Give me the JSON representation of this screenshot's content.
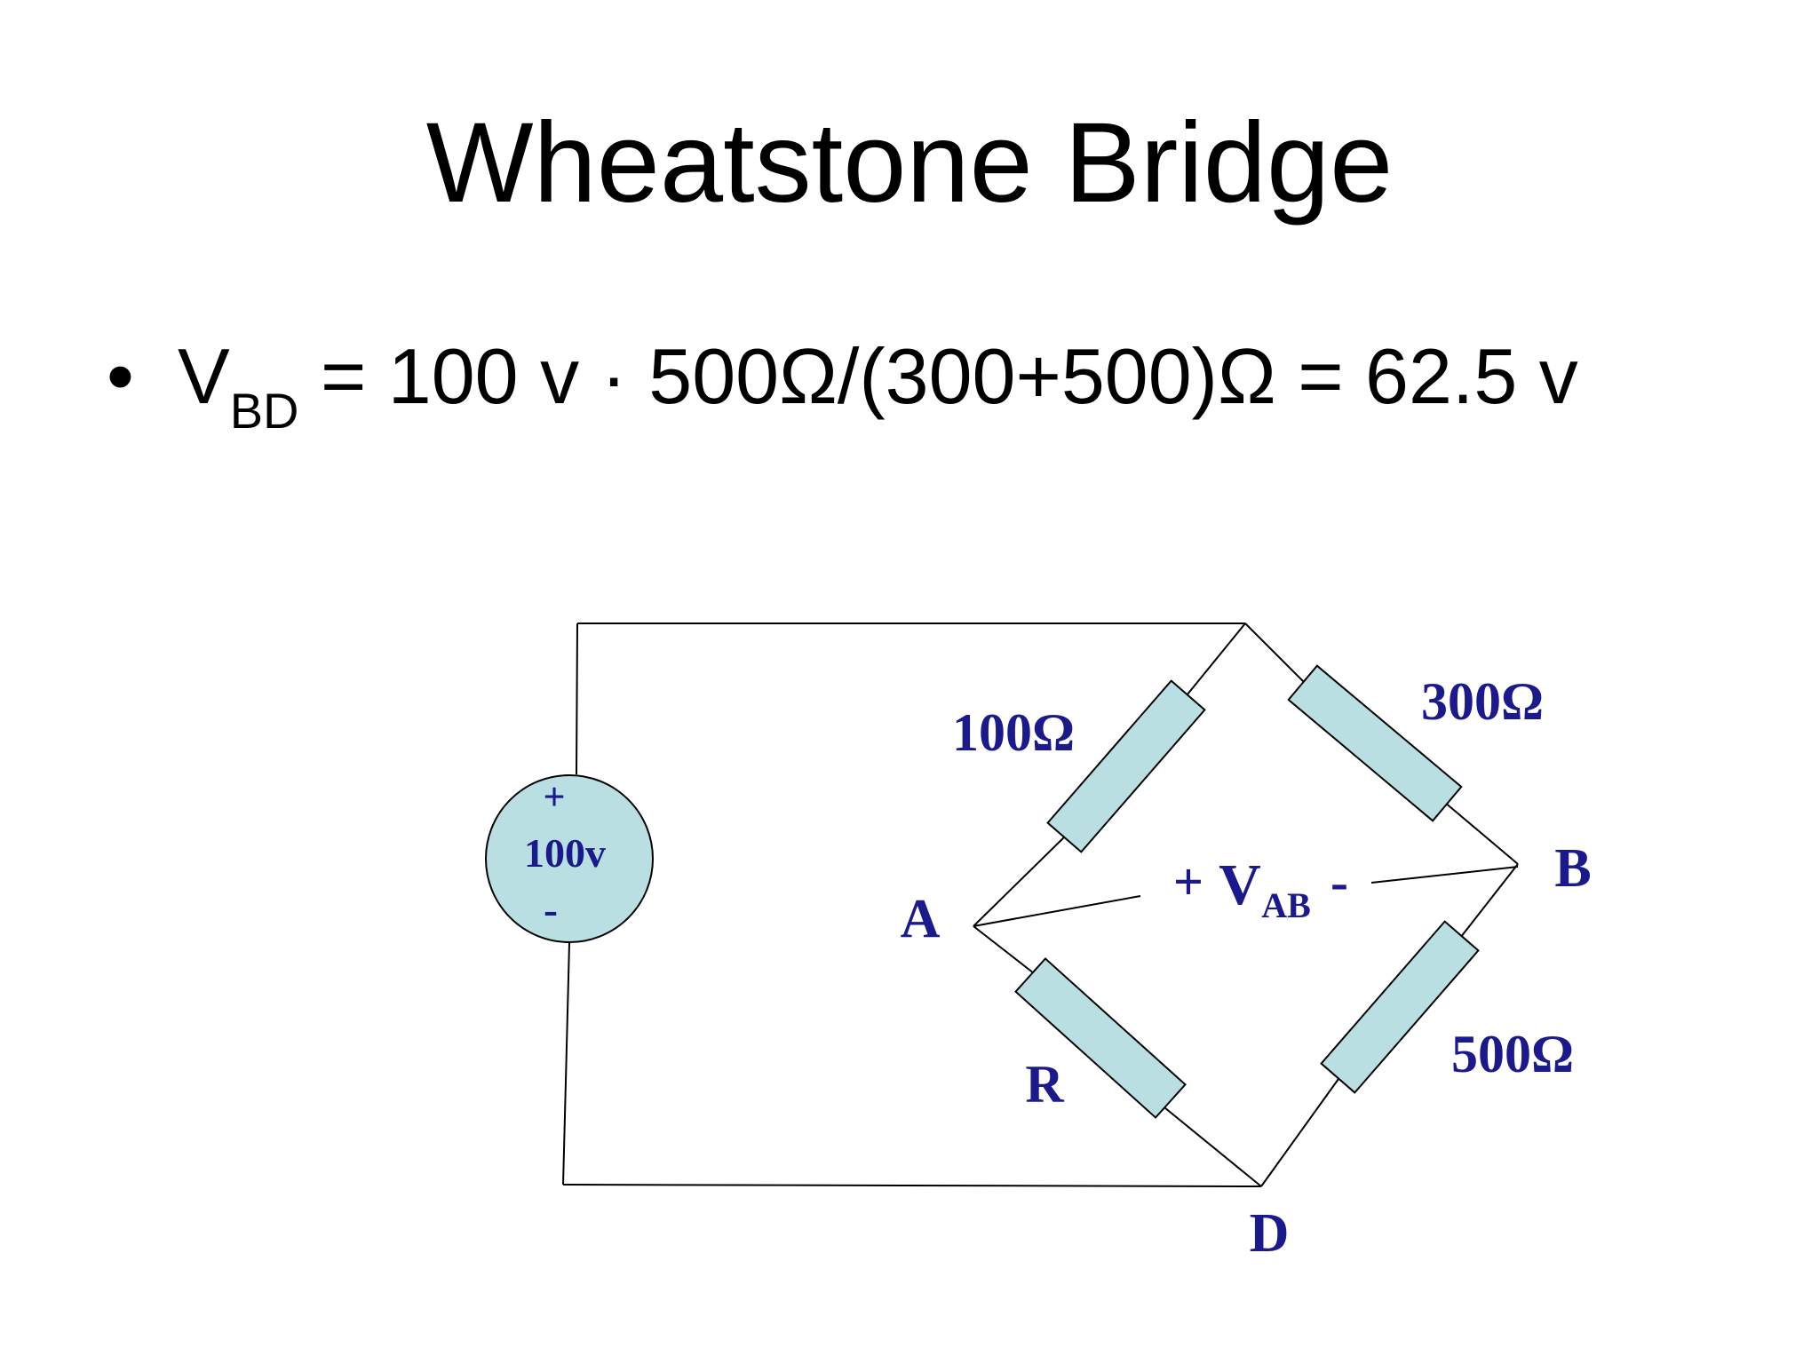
{
  "slide": {
    "title": "Wheatstone Bridge",
    "bullet": {
      "symbol": "•",
      "var_main": "V",
      "var_sub": "BD",
      "expression": " = 100 v · 500Ω/(300+500)Ω = 62.5 v"
    }
  },
  "circuit": {
    "source": {
      "plus": "+",
      "value": "100v",
      "minus": "-"
    },
    "resistors": {
      "top_left": "100Ω",
      "top_right": "300Ω",
      "bottom_left": "R",
      "bottom_right": "500Ω"
    },
    "nodes": {
      "a": "A",
      "b": "B",
      "d": "D"
    },
    "meter": {
      "plus": "+",
      "main": "V",
      "sub": "AB",
      "minus": "-"
    }
  },
  "colors": {
    "resistor_fill": "#b9dfe2",
    "label": "#1a1a8c",
    "wire": "#000000"
  }
}
